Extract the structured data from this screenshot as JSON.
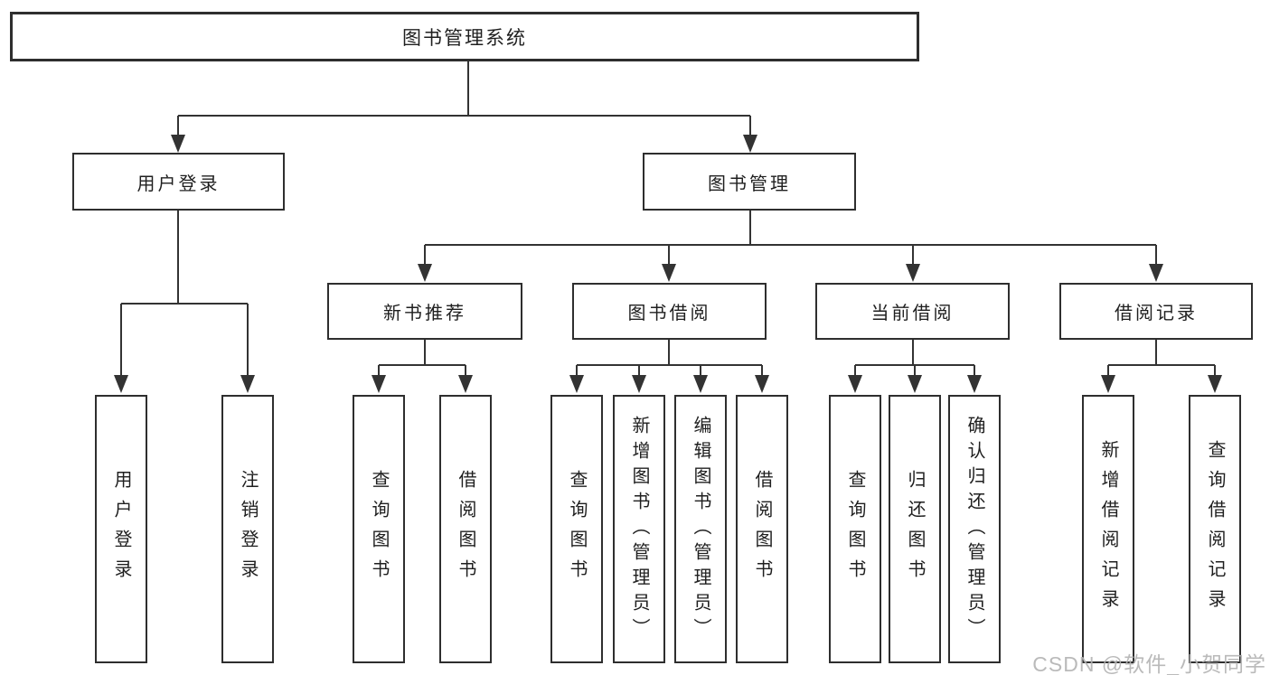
{
  "colors": {
    "line": "#333333",
    "box_border": "#2e2e2e",
    "watermark": "#b2b2b2"
  },
  "watermark": {
    "text": "CSDN @软件_小贺同学"
  },
  "tree": {
    "root": "图书管理系统",
    "branches": [
      {
        "label": "用户登录",
        "children": [
          "用户登录",
          "注销登录"
        ]
      },
      {
        "label": "图书管理",
        "groups": [
          {
            "label": "新书推荐",
            "children": [
              "查询图书",
              "借阅图书"
            ]
          },
          {
            "label": "图书借阅",
            "children": [
              "查询图书",
              "新增图书（管理员）",
              "编辑图书（管理员）",
              "借阅图书"
            ]
          },
          {
            "label": "当前借阅",
            "children": [
              "查询图书",
              "归还图书",
              "确认归还（管理员）"
            ]
          },
          {
            "label": "借阅记录",
            "children": [
              "新增借阅记录",
              "查询借阅记录"
            ]
          }
        ]
      }
    ]
  }
}
